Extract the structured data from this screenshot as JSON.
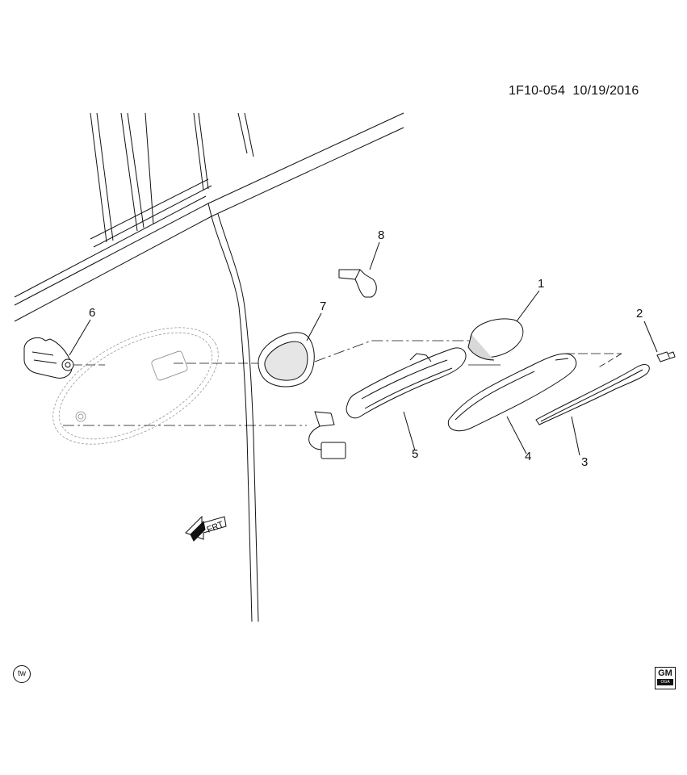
{
  "diagram": {
    "id": "1F10-054",
    "date": "10/19/2016",
    "front_label": "FRT",
    "tw_badge": "tw",
    "logo": {
      "text": "GM",
      "sub": "OGA"
    },
    "callouts": [
      "1",
      "2",
      "3",
      "4",
      "5",
      "6",
      "7",
      "8"
    ]
  },
  "colors": {
    "line": "#111111",
    "paper": "#ffffff",
    "shade": "#d8d8d8"
  }
}
